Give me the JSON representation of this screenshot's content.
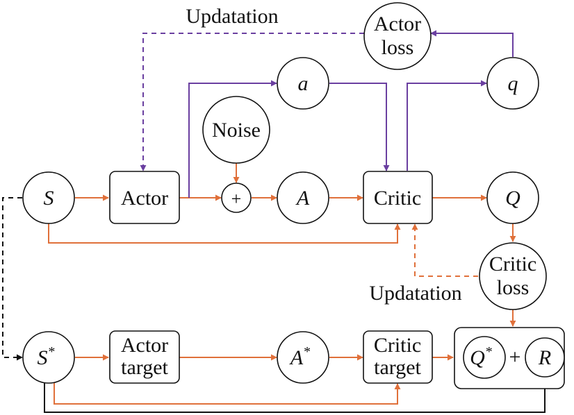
{
  "colors": {
    "orange": "#e0703a",
    "purple": "#6a3fa0",
    "black": "#111111"
  },
  "labels": {
    "updatation_top": "Updatation",
    "updatation_bottom": "Updatation",
    "actor_loss_line1": "Actor",
    "actor_loss_line2": "loss",
    "a_small": "a",
    "q_small": "q",
    "noise": "Noise",
    "plus": "+",
    "s": "S",
    "actor": "Actor",
    "A": "A",
    "critic": "Critic",
    "Q": "Q",
    "critic_loss_line1": "Critic",
    "critic_loss_line2": "loss",
    "s_star": "S",
    "actor_target_line1": "Actor",
    "actor_target_line2": "target",
    "a_star": "A",
    "critic_target_line1": "Critic",
    "critic_target_line2": "target",
    "q_star": "Q",
    "plus_sum": "+",
    "r": "R",
    "star": "*"
  }
}
